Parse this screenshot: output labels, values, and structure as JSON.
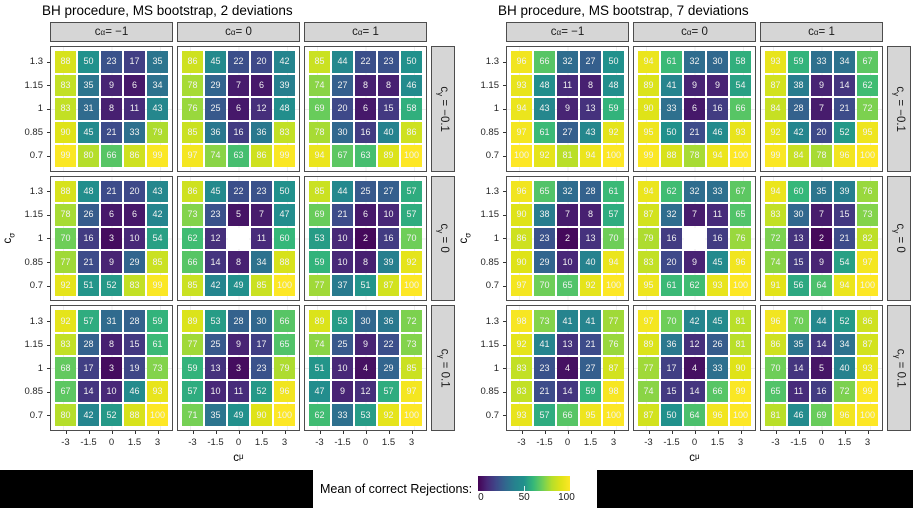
{
  "page": {
    "background": "#000000",
    "chart_background": "#ffffff"
  },
  "axes": {
    "x": {
      "base": "c",
      "sub": "μ",
      "ticks": [
        "-3",
        "-1.5",
        "0",
        "1.5",
        "3"
      ]
    },
    "y": {
      "base": "c",
      "sub": "σ",
      "ticks": [
        "1.3",
        "1.15",
        "1",
        "0.85",
        "0.7"
      ]
    }
  },
  "facets": {
    "col_labels": [
      {
        "base": "c",
        "sub": "α",
        "rest": " = −1"
      },
      {
        "base": "c",
        "sub": "α",
        "rest": " = 0"
      },
      {
        "base": "c",
        "sub": "α",
        "rest": " = 1"
      }
    ],
    "row_labels": [
      {
        "base": "c",
        "sub": "γ",
        "rest": " = −0.1"
      },
      {
        "base": "c",
        "sub": "γ",
        "rest": " = 0"
      },
      {
        "base": "c",
        "sub": "γ",
        "rest": " = 0.1"
      }
    ]
  },
  "legend": {
    "label": "Mean of correct Rejections:",
    "ticks": [
      "0",
      "50",
      "100"
    ],
    "min": 0,
    "max": 100
  },
  "colors": {
    "viridis_stops": [
      "#440154",
      "#482878",
      "#3e4989",
      "#31688e",
      "#26828e",
      "#21918c",
      "#35b779",
      "#6ece58",
      "#b5de2b",
      "#dfe318",
      "#fde725"
    ],
    "missing": "#ffffff",
    "strip_bg": "#d6d6d6",
    "panel_border": "#4d4d4d",
    "cell_text": "#f2f2f2",
    "axis_text": "#262626"
  },
  "chart_data": [
    {
      "type": "heatmap",
      "title": "BH procedure, MS bootstrap, 2 deviations",
      "xlabel": "c_mu",
      "ylabel": "c_sigma",
      "x": [
        -3,
        -1.5,
        0,
        1.5,
        3
      ],
      "y": [
        1.3,
        1.15,
        1,
        0.85,
        0.7
      ],
      "col_facets": [
        "c_alpha = -1",
        "c_alpha = 0",
        "c_alpha = 1"
      ],
      "row_facets": [
        "c_gamma = -0.1",
        "c_gamma = 0",
        "c_gamma = 0.1"
      ],
      "value_label": "Mean of correct Rejections",
      "value_range": [
        0,
        100
      ],
      "facets": [
        [
          [
            [
              88,
              50,
              23,
              17,
              35
            ],
            [
              83,
              35,
              9,
              6,
              34
            ],
            [
              83,
              31,
              8,
              11,
              43
            ],
            [
              90,
              45,
              21,
              33,
              79
            ],
            [
              99,
              80,
              66,
              86,
              99
            ]
          ],
          [
            [
              86,
              45,
              22,
              20,
              42
            ],
            [
              78,
              29,
              7,
              6,
              39
            ],
            [
              76,
              25,
              6,
              12,
              48
            ],
            [
              85,
              36,
              16,
              36,
              83
            ],
            [
              97,
              74,
              63,
              86,
              99
            ]
          ],
          [
            [
              85,
              44,
              22,
              23,
              50
            ],
            [
              74,
              27,
              8,
              8,
              46
            ],
            [
              69,
              20,
              6,
              15,
              58
            ],
            [
              78,
              30,
              16,
              40,
              86
            ],
            [
              94,
              67,
              63,
              89,
              100
            ]
          ]
        ],
        [
          [
            [
              88,
              48,
              21,
              20,
              43
            ],
            [
              78,
              26,
              6,
              6,
              42
            ],
            [
              70,
              16,
              3,
              10,
              54
            ],
            [
              77,
              21,
              9,
              29,
              85
            ],
            [
              92,
              51,
              52,
              83,
              99
            ]
          ],
          [
            [
              86,
              45,
              22,
              23,
              50
            ],
            [
              73,
              23,
              5,
              7,
              47
            ],
            [
              62,
              12,
              null,
              11,
              60
            ],
            [
              66,
              14,
              8,
              34,
              88
            ],
            [
              85,
              42,
              49,
              85,
              100
            ]
          ],
          [
            [
              85,
              44,
              25,
              27,
              57
            ],
            [
              69,
              21,
              6,
              10,
              57
            ],
            [
              53,
              10,
              2,
              16,
              70
            ],
            [
              59,
              10,
              8,
              39,
              92
            ],
            [
              77,
              37,
              51,
              87,
              100
            ]
          ]
        ],
        [
          [
            [
              92,
              57,
              31,
              28,
              59
            ],
            [
              83,
              28,
              8,
              15,
              61
            ],
            [
              68,
              17,
              3,
              19,
              73
            ],
            [
              67,
              14,
              10,
              46,
              93
            ],
            [
              80,
              42,
              52,
              88,
              100
            ]
          ],
          [
            [
              89,
              53,
              28,
              30,
              66
            ],
            [
              77,
              25,
              9,
              17,
              65
            ],
            [
              59,
              13,
              3,
              23,
              79
            ],
            [
              57,
              10,
              11,
              52,
              96
            ],
            [
              71,
              35,
              49,
              90,
              100
            ]
          ],
          [
            [
              89,
              53,
              30,
              36,
              72
            ],
            [
              74,
              25,
              9,
              22,
              73
            ],
            [
              51,
              10,
              4,
              29,
              85
            ],
            [
              47,
              9,
              12,
              57,
              97
            ],
            [
              62,
              33,
              53,
              92,
              100
            ]
          ]
        ]
      ]
    },
    {
      "type": "heatmap",
      "title": "BH procedure, MS bootstrap, 7 deviations",
      "xlabel": "c_mu",
      "ylabel": "c_sigma",
      "x": [
        -3,
        -1.5,
        0,
        1.5,
        3
      ],
      "y": [
        1.3,
        1.15,
        1,
        0.85,
        0.7
      ],
      "col_facets": [
        "c_alpha = -1",
        "c_alpha = 0",
        "c_alpha = 1"
      ],
      "row_facets": [
        "c_gamma = -0.1",
        "c_gamma = 0",
        "c_gamma = 0.1"
      ],
      "value_label": "Mean of correct Rejections",
      "value_range": [
        0,
        100
      ],
      "facets": [
        [
          [
            [
              96,
              66,
              32,
              27,
              50
            ],
            [
              93,
              48,
              11,
              8,
              48
            ],
            [
              94,
              43,
              9,
              13,
              59
            ],
            [
              97,
              61,
              27,
              43,
              92
            ],
            [
              100,
              92,
              81,
              94,
              100
            ]
          ],
          [
            [
              94,
              61,
              32,
              30,
              58
            ],
            [
              89,
              41,
              9,
              9,
              54
            ],
            [
              90,
              33,
              6,
              16,
              66
            ],
            [
              95,
              50,
              21,
              46,
              93
            ],
            [
              99,
              88,
              78,
              94,
              100
            ]
          ],
          [
            [
              93,
              59,
              33,
              34,
              67
            ],
            [
              87,
              38,
              9,
              14,
              62
            ],
            [
              84,
              28,
              7,
              21,
              72
            ],
            [
              92,
              42,
              20,
              52,
              95
            ],
            [
              99,
              84,
              78,
              96,
              100
            ]
          ]
        ],
        [
          [
            [
              96,
              65,
              32,
              28,
              61
            ],
            [
              90,
              38,
              7,
              8,
              57
            ],
            [
              86,
              23,
              2,
              13,
              70
            ],
            [
              90,
              29,
              10,
              40,
              94
            ],
            [
              97,
              70,
              65,
              92,
              100
            ]
          ],
          [
            [
              94,
              62,
              32,
              33,
              67
            ],
            [
              87,
              32,
              7,
              11,
              65
            ],
            [
              79,
              16,
              null,
              16,
              76
            ],
            [
              83,
              20,
              9,
              45,
              96
            ],
            [
              95,
              61,
              62,
              93,
              100
            ]
          ],
          [
            [
              94,
              60,
              35,
              39,
              76
            ],
            [
              83,
              30,
              7,
              15,
              73
            ],
            [
              72,
              13,
              2,
              21,
              82
            ],
            [
              74,
              15,
              9,
              54,
              97
            ],
            [
              91,
              56,
              64,
              94,
              100
            ]
          ]
        ],
        [
          [
            [
              98,
              73,
              41,
              41,
              77
            ],
            [
              92,
              41,
              13,
              21,
              76
            ],
            [
              83,
              23,
              4,
              27,
              87
            ],
            [
              83,
              21,
              14,
              59,
              98
            ],
            [
              93,
              57,
              66,
              95,
              100
            ]
          ],
          [
            [
              97,
              70,
              42,
              45,
              81
            ],
            [
              89,
              36,
              12,
              26,
              81
            ],
            [
              77,
              17,
              4,
              33,
              90
            ],
            [
              74,
              15,
              14,
              66,
              99
            ],
            [
              87,
              50,
              64,
              96,
              100
            ]
          ],
          [
            [
              96,
              70,
              44,
              52,
              86
            ],
            [
              86,
              35,
              14,
              34,
              87
            ],
            [
              70,
              14,
              5,
              40,
              93
            ],
            [
              65,
              11,
              16,
              72,
              99
            ],
            [
              81,
              46,
              69,
              96,
              100
            ]
          ]
        ]
      ]
    }
  ]
}
